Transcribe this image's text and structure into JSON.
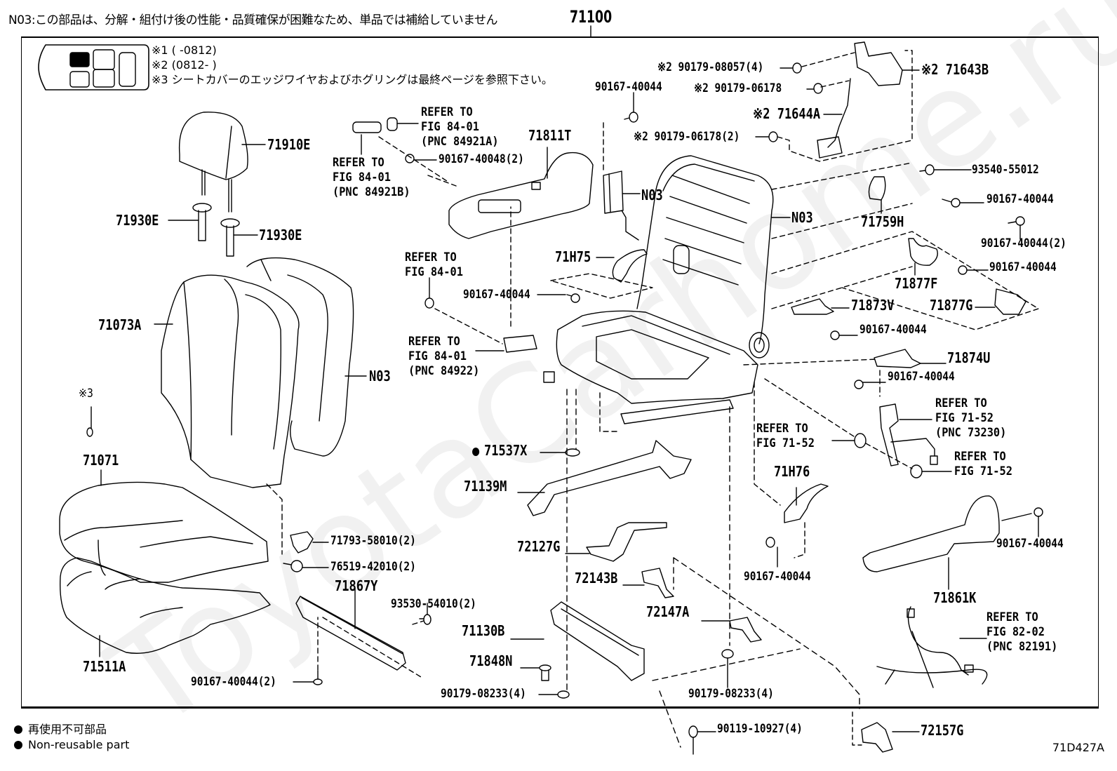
{
  "header": {
    "note": "N03:この部品は、分解・組付け後の性能・品質確保が困難なため、単品では補給していません",
    "assembly_pn": "71100"
  },
  "remarks": [
    "※1 (      -0812)",
    "※2 (0812-      )",
    "※3 シートカバーのエッジワイヤおよびホグリングは最終ページを参照下さい。"
  ],
  "watermark": "ToyotaCarhome.ru",
  "parts": {
    "p71910E": "71910E",
    "p71930E_a": "71930E",
    "p71930E_b": "71930E",
    "p71073A": "71073A",
    "pN03_a": "N03",
    "pN03_b": "N03",
    "pN03_c": "N03",
    "mark3": "※3",
    "p71071": "71071",
    "p71511A": "71511A",
    "p71793": "71793-58010(2)",
    "p76519": "76519-42010(2)",
    "p71867Y": "71867Y",
    "p93530": "93530-54010(2)",
    "p90167_2_bottom": "90167-40044(2)",
    "p90167_40048": "90167-40048(2)",
    "p71811T": "71811T",
    "p90167_top": "90167-40044",
    "p90179_08057": "※2 90179-08057(4)",
    "p90179_06178": "※2 90179-06178",
    "p71644A": "※2 71644A",
    "p90179_06178_2": "※2 90179-06178(2)",
    "p71643B": "※2 71643B",
    "p93540": "93540-55012",
    "p90167_r1": "90167-40044",
    "p71759H": "71759H",
    "p90167_r2": "90167-40044(2)",
    "p71877F": "71877F",
    "p90167_r3": "90167-40044",
    "p71877G": "71877G",
    "p71873V": "71873V",
    "p90167_r4": "90167-40044",
    "p71874U": "71874U",
    "p90167_r5": "90167-40044",
    "p71H75": "71H75",
    "p90167_mid": "90167-40044",
    "p71537X": "71537X",
    "p71139M": "71139M",
    "p72127G": "72127G",
    "p72143B": "72143B",
    "p71130B": "71130B",
    "p71848N": "71848N",
    "p90179_08233_a": "90179-08233(4)",
    "p72147A": "72147A",
    "p90179_08233_b": "90179-08233(4)",
    "p71H76": "71H76",
    "p90167_h76": "90167-40044",
    "p71861K": "71861K",
    "p90167_k": "90167-40044",
    "p90119": "90119-10927(4)",
    "p72157G": "72157G"
  },
  "refs": {
    "r84921A": "REFER TO\nFIG 84-01\n(PNC 84921A)",
    "r84921B": "REFER TO\nFIG 84-01\n(PNC 84921B)",
    "r8401": "REFER TO\nFIG 84-01",
    "r84922": "REFER TO\nFIG 84-01\n(PNC 84922)",
    "r73230": "REFER TO\nFIG 71-52\n(PNC 73230)",
    "r7152a": "REFER TO\nFIG 71-52",
    "r7152b": "REFER TO\nFIG 71-52",
    "r82191": "REFER TO\nFIG 82-02\n(PNC 82191)"
  },
  "legend": {
    "jp": "再使用不可部品",
    "en": "Non-reusable part"
  },
  "figure_code": "71D427A"
}
